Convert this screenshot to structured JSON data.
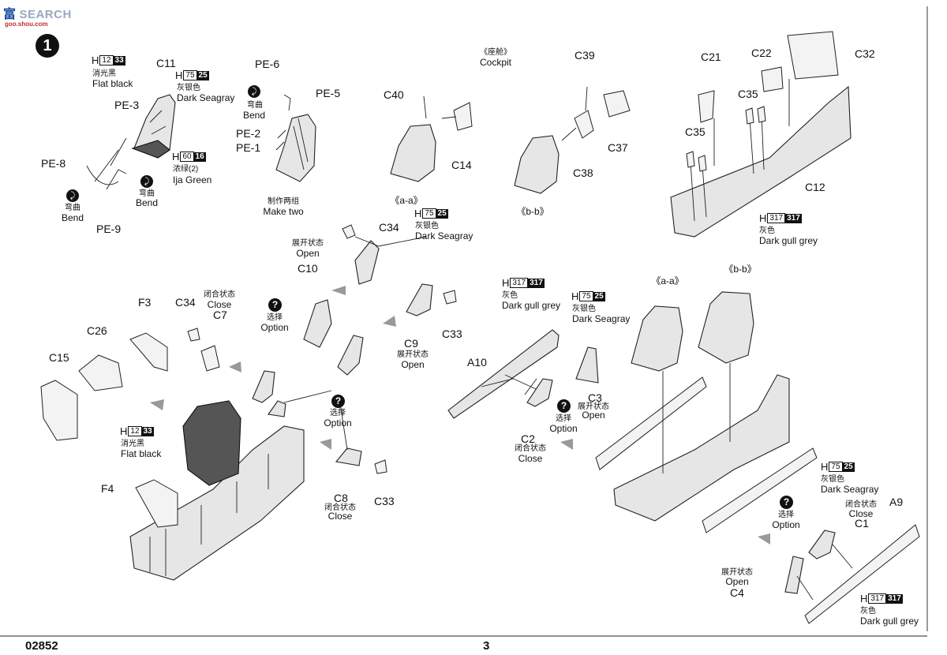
{
  "watermark": {
    "brand": "SEARCH",
    "logo_glyphs": "富",
    "logo_sub": "goo.shou.com"
  },
  "step_number": "1",
  "page_number": "3",
  "product_code": "02852",
  "top_left": {
    "c11": "C11",
    "pe3": "PE-3",
    "pe8": "PE-8",
    "pe9": "PE-9",
    "h12": {
      "h": "H",
      "a": "12",
      "b": "33",
      "cn": "消光黑",
      "en": "Flat black"
    },
    "h75": {
      "h": "H",
      "a": "75",
      "b": "25",
      "cn": "灰银色",
      "en": "Dark Seagray"
    },
    "h60": {
      "h": "H",
      "a": "60",
      "b": "16",
      "cn": "浓绿(2)",
      "en": "Ija Green"
    },
    "bend1": {
      "cn": "弯曲",
      "en": "Bend"
    },
    "bend2": {
      "cn": "弯曲",
      "en": "Bend"
    }
  },
  "top_mid": {
    "pe6": "PE-6",
    "pe5": "PE-5",
    "pe2": "PE-2",
    "pe1": "PE-1",
    "bend": {
      "cn": "弯曲",
      "en": "Bend"
    },
    "make_two": {
      "cn": "制作两组",
      "en": "Make two"
    }
  },
  "cockpit_mid": {
    "cockpit": {
      "cn": "《座舱》",
      "en": "Cockpit"
    },
    "c40": "C40",
    "c14": "C14",
    "aa": "《a-a》",
    "c39": "C39",
    "c37": "C37",
    "c38": "C38",
    "bb": "《b-b》"
  },
  "top_right": {
    "c21": "C21",
    "c22": "C22",
    "c32": "C32",
    "c35a": "C35",
    "c35b": "C35",
    "c12": "C12",
    "h317": {
      "h": "H",
      "a": "317",
      "b": "317",
      "cn": "灰色",
      "en": "Dark gull grey"
    }
  },
  "mid_center": {
    "c34": "C34",
    "open_label": {
      "cn": "展开状态",
      "en": "Open"
    },
    "c10": "C10",
    "h75": {
      "h": "H",
      "a": "75",
      "b": "25",
      "cn": "灰银色",
      "en": "Dark Seagray"
    },
    "option1": {
      "cn": "选择",
      "en": "Option"
    },
    "c9": "C9",
    "c9_state": {
      "cn": "展开状态",
      "en": "Open"
    },
    "c33a": "C33",
    "option2": {
      "cn": "选择",
      "en": "Option"
    },
    "c8": "C8",
    "c8_state": {
      "cn": "闭合状态",
      "en": "Close"
    },
    "c33b": "C33"
  },
  "bottom_left": {
    "f3": "F3",
    "c34": "C34",
    "c7": "C7",
    "c7_state": {
      "cn": "闭合状态",
      "en": "Close"
    },
    "c26": "C26",
    "c15": "C15",
    "f4": "F4",
    "h12": {
      "h": "H",
      "a": "12",
      "b": "33",
      "cn": "消光黑",
      "en": "Flat black"
    }
  },
  "bottom_mid": {
    "h317": {
      "h": "H",
      "a": "317",
      "b": "317",
      "cn": "灰色",
      "en": "Dark gull grey"
    },
    "h75": {
      "h": "H",
      "a": "75",
      "b": "25",
      "cn": "灰银色",
      "en": "Dark Seagray"
    },
    "a10": "A10",
    "c3": "C3",
    "c3_state": {
      "cn": "展开状态",
      "en": "Open"
    },
    "option": {
      "cn": "选择",
      "en": "Option"
    },
    "c2": "C2",
    "c2_state": {
      "cn": "闭合状态",
      "en": "Close"
    }
  },
  "bottom_right": {
    "aa": "《a-a》",
    "bb": "《b-b》",
    "h75": {
      "h": "H",
      "a": "75",
      "b": "25",
      "cn": "灰银色",
      "en": "Dark Seagray"
    },
    "c1": "C1",
    "c1_state": {
      "cn": "闭合状态",
      "en": "Close"
    },
    "a9": "A9",
    "option": {
      "cn": "选择",
      "en": "Option"
    },
    "c4": "C4",
    "c4_state": {
      "cn": "展开状态",
      "en": "Open"
    },
    "h317": {
      "h": "H",
      "a": "317",
      "b": "317",
      "cn": "灰色",
      "en": "Dark gull grey"
    }
  }
}
